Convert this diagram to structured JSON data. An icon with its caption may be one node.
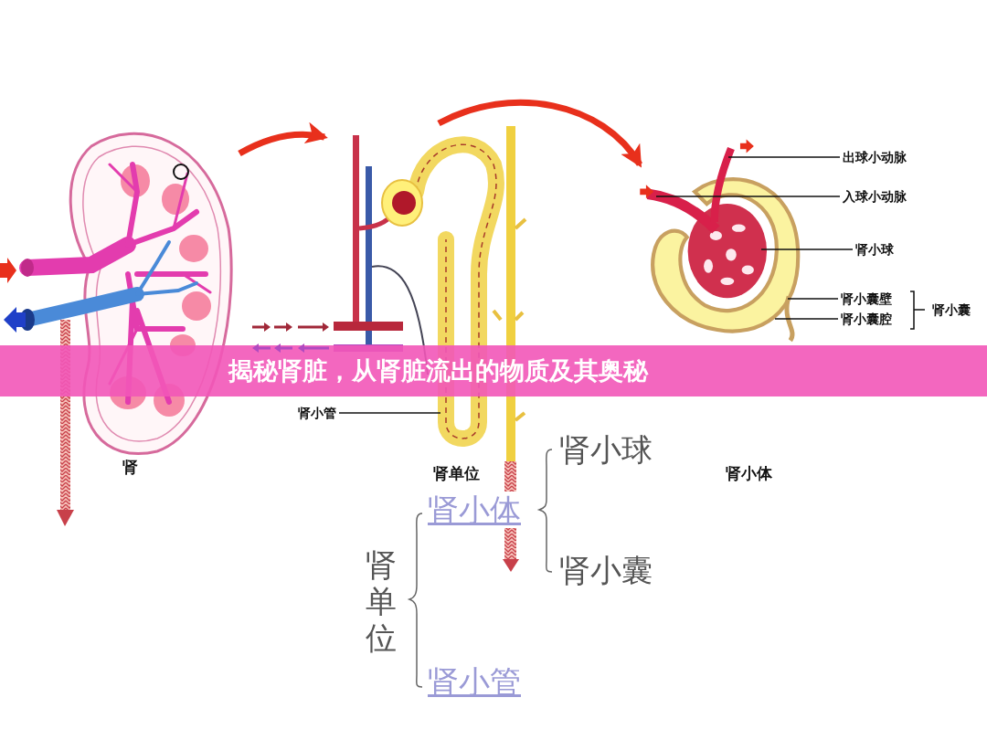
{
  "diagram": {
    "title": "揭秘肾脏，从肾脏流出的物质及其奥秘",
    "nodes": [
      {
        "text": [],
        "shape": "picture",
        "beside": [
          "肾"
        ]
      },
      {
        "text": [
          "肾单位"
        ]
      },
      {
        "text": [],
        "shape": "picture"
      },
      {
        "text": [
          "肾小管"
        ]
      },
      {
        "text": [
          "出球小动脉"
        ]
      },
      {
        "text": [
          "入球小动脉"
        ]
      },
      {
        "text": [
          "肾小球"
        ]
      },
      {
        "text": [
          "肾小囊壁"
        ]
      },
      {
        "text": [
          "肾小囊腔"
        ]
      }
    ],
    "edges": [
      {
        "from": 0,
        "to": 1,
        "arrow": "to",
        "style": "thick",
        "color": "#e8301c"
      },
      {
        "from": 1,
        "to": 2,
        "arrow": "to",
        "style": "thick",
        "color": "#e8301c"
      },
      {
        "from": 3,
        "to": 1,
        "arrow": "none"
      },
      {
        "from": 4,
        "to": 2,
        "arrow": "none"
      },
      {
        "from": 5,
        "to": 2,
        "arrow": "none"
      },
      {
        "from": 6,
        "to": 2,
        "arrow": "none"
      },
      {
        "from": 7,
        "to": 2,
        "arrow": "none"
      },
      {
        "from": 8,
        "to": 2,
        "arrow": "none"
      }
    ],
    "labels": [
      "肾小囊",
      "肾小球",
      "肾小体",
      "肾小体",
      "肾小囊",
      "肾单位",
      "肾小管"
    ]
  }
}
